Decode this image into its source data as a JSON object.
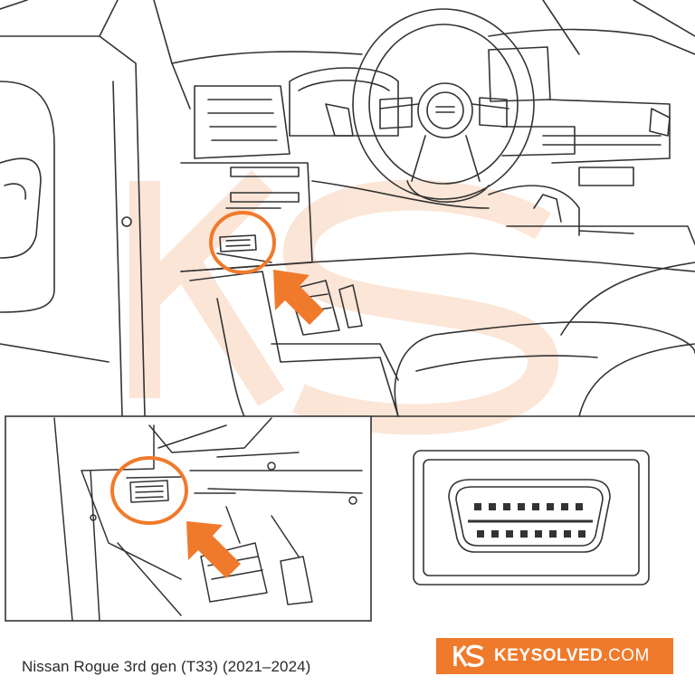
{
  "caption": "Nissan Rogue 3rd gen (T33) (2021–2024)",
  "brand": {
    "name": "KEYSOLVED",
    "tld": ".COM"
  },
  "colors": {
    "accent": "#f07a2b",
    "line": "#333333",
    "watermark": "#fbe3d3"
  },
  "icons": {
    "brand_logo": "ks-logo-icon",
    "pointer": "arrow-icon",
    "port_marker": "circle-highlight-icon"
  }
}
